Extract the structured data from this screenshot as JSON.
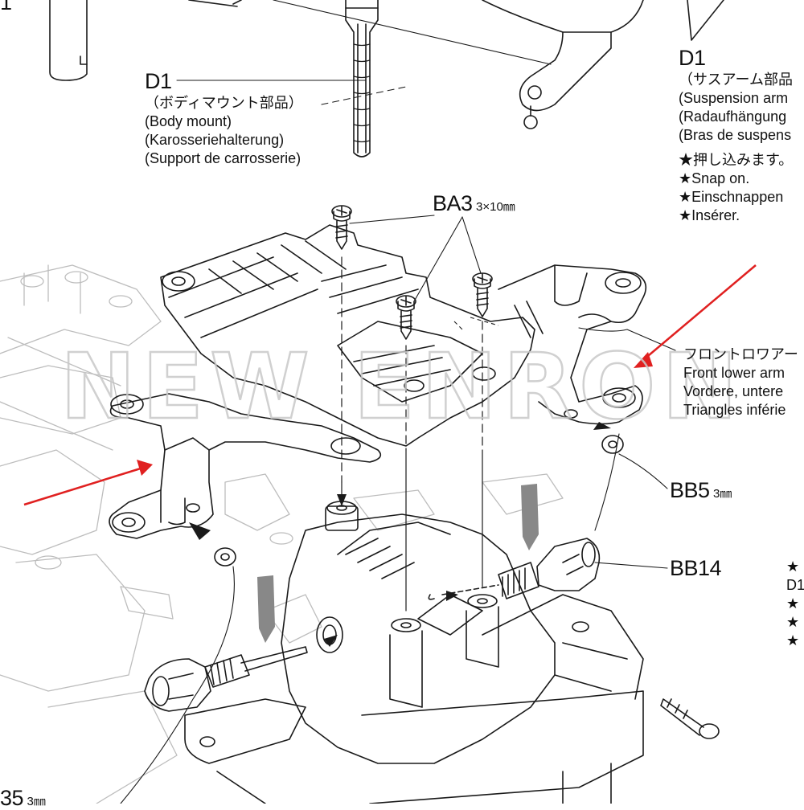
{
  "labels": {
    "d1_body": {
      "code": "D1",
      "lines": [
        "（ボディマウント部品）",
        "(Body mount)",
        "(Karosseriehalterung)",
        "(Support de carrosserie)"
      ]
    },
    "d1_susp": {
      "code": "D1",
      "lines": [
        "（サスアーム部品",
        "(Suspension arm",
        "(Radaufhängung",
        "(Bras de suspens"
      ],
      "notes": [
        "★押し込みます。",
        "★Snap on.",
        "★Einschnappen",
        "★Insérer."
      ]
    },
    "ba3": {
      "code": "BA3",
      "size": "3×10㎜"
    },
    "front_lower_arm": {
      "lines": [
        "フロントロワアー",
        "Front lower arm",
        "Vordere, untere",
        "Triangles inférie"
      ]
    },
    "bb5": {
      "code": "BB5",
      "size": "3㎜"
    },
    "bb14": {
      "code": "BB14"
    },
    "b5_cut": {
      "code": "35",
      "size": "3㎜"
    },
    "top_left_cut": {
      "code": "1"
    },
    "right_edge": {
      "lines": [
        "★",
        "D1",
        "★",
        "★",
        "★"
      ]
    }
  },
  "watermark": "NEW ENRON",
  "colors": {
    "line": "#1a1a1a",
    "arrow": "#e02020",
    "grease": "#888888",
    "watermark": "#c8c8c8"
  }
}
